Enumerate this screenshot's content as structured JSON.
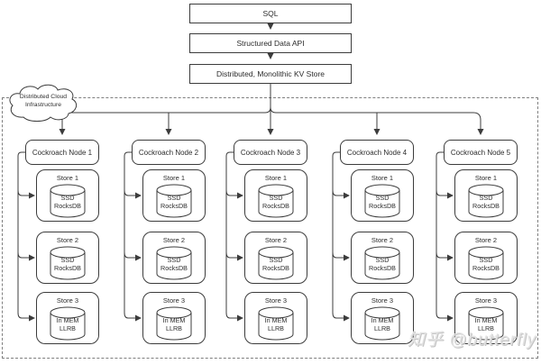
{
  "stack": {
    "sql_label": "SQL",
    "api_label": "Structured Data API",
    "kv_label": "Distributed, Monolithic KV Store"
  },
  "cloud": {
    "line1": "Distributed Cloud",
    "line2": "Infrastructure"
  },
  "nodes": [
    {
      "label": "Cockroach Node 1",
      "stores": [
        {
          "label": "Store 1",
          "db_line1": "SSD",
          "db_line2": "RocksDB"
        },
        {
          "label": "Store 2",
          "db_line1": "SSD",
          "db_line2": "RocksDB"
        },
        {
          "label": "Store 3",
          "db_line1": "In MEM",
          "db_line2": "LLRB"
        }
      ]
    },
    {
      "label": "Cockroach Node 2",
      "stores": [
        {
          "label": "Store 1",
          "db_line1": "SSD",
          "db_line2": "RocksDB"
        },
        {
          "label": "Store 2",
          "db_line1": "SSD",
          "db_line2": "RocksDB"
        },
        {
          "label": "Store 3",
          "db_line1": "In MEM",
          "db_line2": "LLRB"
        }
      ]
    },
    {
      "label": "Cockroach Node 3",
      "stores": [
        {
          "label": "Store 1",
          "db_line1": "SSD",
          "db_line2": "RocksDB"
        },
        {
          "label": "Store 2",
          "db_line1": "SSD",
          "db_line2": "RocksDB"
        },
        {
          "label": "Store 3",
          "db_line1": "In MEM",
          "db_line2": "LLRB"
        }
      ]
    },
    {
      "label": "Cockroach Node 4",
      "stores": [
        {
          "label": "Store 1",
          "db_line1": "SSD",
          "db_line2": "RocksDB"
        },
        {
          "label": "Store 2",
          "db_line1": "SSD",
          "db_line2": "RocksDB"
        },
        {
          "label": "Store 3",
          "db_line1": "In MEM",
          "db_line2": "LLRB"
        }
      ]
    },
    {
      "label": "Cockroach Node 5",
      "stores": [
        {
          "label": "Store 1",
          "db_line1": "SSD",
          "db_line2": "RocksDB"
        },
        {
          "label": "Store 2",
          "db_line1": "SSD",
          "db_line2": "RocksDB"
        },
        {
          "label": "Store 3",
          "db_line1": "In MEM",
          "db_line2": "LLRB"
        }
      ]
    }
  ],
  "watermark": {
    "text": "知乎 @butterfly"
  },
  "colors": {
    "stroke": "#3c3c3c",
    "boundary": "#7f7f7f",
    "background": "#ffffff",
    "watermark": "#e3e3e3"
  }
}
